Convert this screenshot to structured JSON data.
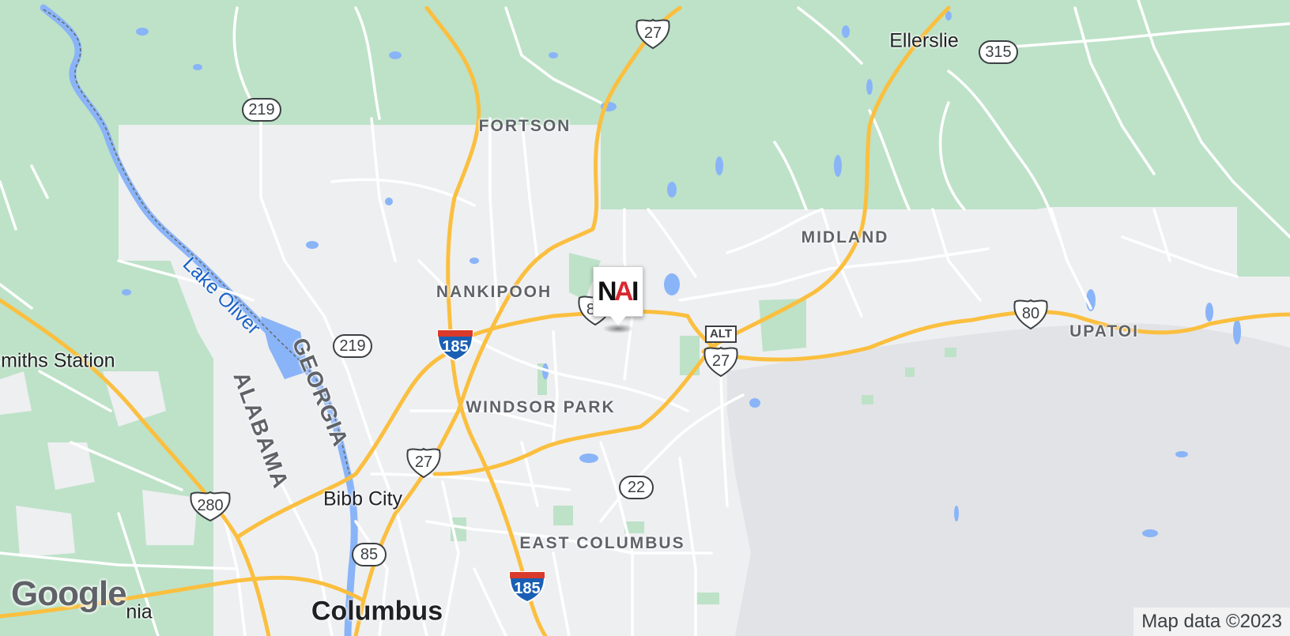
{
  "map": {
    "provider_logo": "Google",
    "attribution": "Map data ©2023",
    "places": {
      "ellerslie": "Ellerslie",
      "fortson": "FORTSON",
      "midland": "MIDLAND",
      "nankipooh": "NANKIPOOH",
      "upatoi": "UPATOI",
      "smiths_station": "Smiths Station",
      "windsor_park": "WINDSOR PARK",
      "bibb_city": "Bibb City",
      "east_columbus": "EAST COLUMBUS",
      "columbus": "Columbus",
      "phenix_city_fragment": "nia"
    },
    "states": {
      "alabama": "ALABAMA",
      "georgia": "GEORGIA"
    },
    "water": {
      "lake_oliver": "Lake Oliver"
    },
    "routes": {
      "us27_top": "27",
      "us27_left": "27",
      "us27_alt": "27",
      "alt_label": "ALT",
      "us80_center": "80",
      "us80_right": "80",
      "us280": "280",
      "ga219_top": "219",
      "ga219_mid": "219",
      "ga315": "315",
      "ga22": "22",
      "ga85": "85",
      "i185_north": "185",
      "i185_south": "185"
    },
    "marker": {
      "brand": "NAI",
      "brand_n": "N",
      "brand_a": "A",
      "brand_i": "I",
      "red": "#d7282f",
      "black": "#111111"
    },
    "colors": {
      "forest": "#bde2c8",
      "urban": "#eeeff1",
      "military": "#e2e3e6",
      "water": "#8ab4f8",
      "highway": "#fbbf3f",
      "road": "#ffffff"
    }
  }
}
